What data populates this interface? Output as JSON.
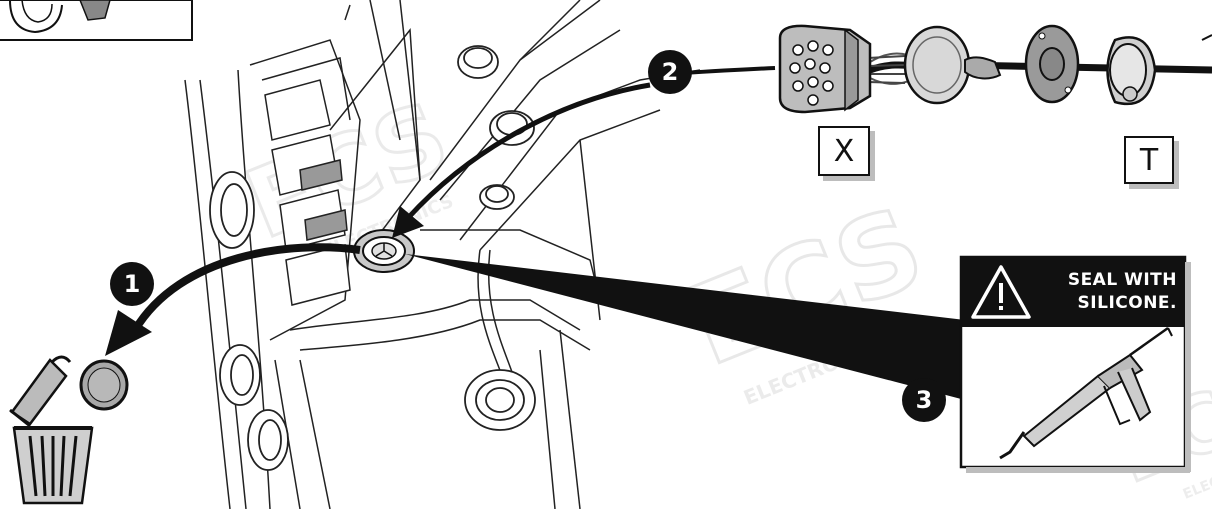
{
  "labels": {
    "connector": "X",
    "plug": "T"
  },
  "steps": [
    "1",
    "2",
    "3"
  ],
  "warning": {
    "line1": "SEAL WITH",
    "line2": "SILICONE."
  },
  "watermark": {
    "logo": "ECS",
    "sub": "ELECTRONICS"
  },
  "colors": {
    "ink": "#111111",
    "watermark": "#e2e2e2",
    "shadow": "#bdbdbd"
  }
}
